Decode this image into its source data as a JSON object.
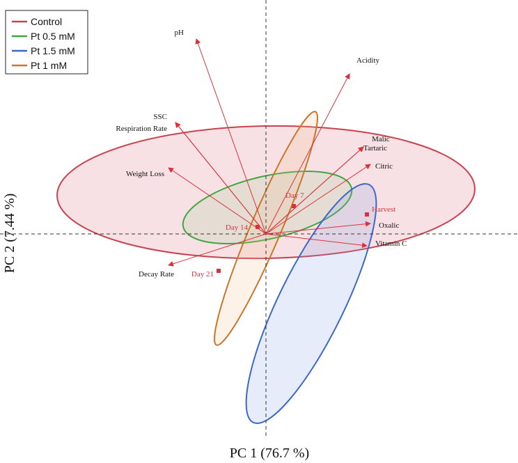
{
  "chart_data": {
    "type": "scatter",
    "subtype": "pca-biplot",
    "xlabel": "PC 1  (76.7 %)",
    "ylabel": "PC 2  (7.44 %)",
    "xlim": [
      -3.8,
      3.6
    ],
    "ylim": [
      -2.8,
      3.3
    ],
    "grid": false,
    "reference_lines": "dashed x=0 and y=0",
    "legend_position": "top-left",
    "groups": [
      {
        "name": "Control",
        "color": "#c8414f",
        "fill": "rgba(222,120,130,0.22)",
        "ellipse": {
          "cx": 0.0,
          "cy": 0.6,
          "rx": 3.0,
          "ry": 0.95,
          "angle": -1
        }
      },
      {
        "name": "Pt 0.5 mM",
        "color": "#3fa63f",
        "fill": "rgba(120,200,120,0.15)",
        "ellipse": {
          "cx": 0.02,
          "cy": 0.38,
          "rx": 1.24,
          "ry": 0.45,
          "angle": -13
        }
      },
      {
        "name": "Pt 1.5 mM",
        "color": "#3b68c8",
        "fill": "rgba(130,160,230,0.20)",
        "ellipse": {
          "cx": 0.65,
          "cy": -1.0,
          "rx": 1.9,
          "ry": 0.47,
          "angle": -64
        }
      },
      {
        "name": "Pt 1 mM",
        "color": "#c8772a",
        "fill": "rgba(240,190,140,0.20)",
        "ellipse": {
          "cx": 0.0,
          "cy": 0.08,
          "rx": 1.82,
          "ry": 0.22,
          "angle": -67
        }
      }
    ],
    "loadings": [
      {
        "label": "pH",
        "x": -1.0,
        "y": 2.8
      },
      {
        "label": "Acidity",
        "x": 1.2,
        "y": 2.3
      },
      {
        "label": "SSC",
        "x": -1.3,
        "y": 1.6
      },
      {
        "label": "Respiration Rate",
        "x": -1.3,
        "y": 1.6
      },
      {
        "label": "Weight Loss",
        "x": -1.4,
        "y": 0.95
      },
      {
        "label": "Malic",
        "x": 1.4,
        "y": 1.25
      },
      {
        "label": "Tartaric",
        "x": 1.4,
        "y": 1.25
      },
      {
        "label": "Citric",
        "x": 1.5,
        "y": 1.0
      },
      {
        "label": "Oxalic",
        "x": 1.5,
        "y": 0.15
      },
      {
        "label": "Vitamin C",
        "x": 1.45,
        "y": -0.17
      },
      {
        "label": "Decay Rate",
        "x": -1.4,
        "y": -0.45
      }
    ],
    "points": [
      {
        "label": "Harvest",
        "x": 1.45,
        "y": 0.28
      },
      {
        "label": "Day 7",
        "x": 0.4,
        "y": 0.4
      },
      {
        "label": "Day 14",
        "x": -0.12,
        "y": 0.1
      },
      {
        "label": "Day 21",
        "x": -0.68,
        "y": -0.53
      }
    ],
    "point_color": "#d9323c",
    "vector_color": "#d9323c"
  }
}
